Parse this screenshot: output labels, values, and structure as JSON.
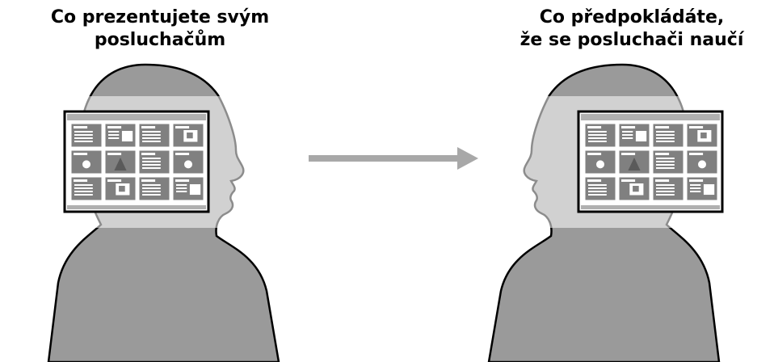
{
  "left_caption": {
    "line1": "Co prezentujete svým",
    "line2": "posluchačům"
  },
  "right_caption": {
    "line1": "Co předpokládáte,",
    "line2": "že se posluchači naučí"
  },
  "colors": {
    "band": "#eaeaea",
    "head": "#9a9a9a",
    "head_outline": "#000000",
    "arrow": "#a8a8a8",
    "screen_frame": "#000000",
    "thumb_bg": "#808080",
    "thumb_text": "#ffffff"
  }
}
